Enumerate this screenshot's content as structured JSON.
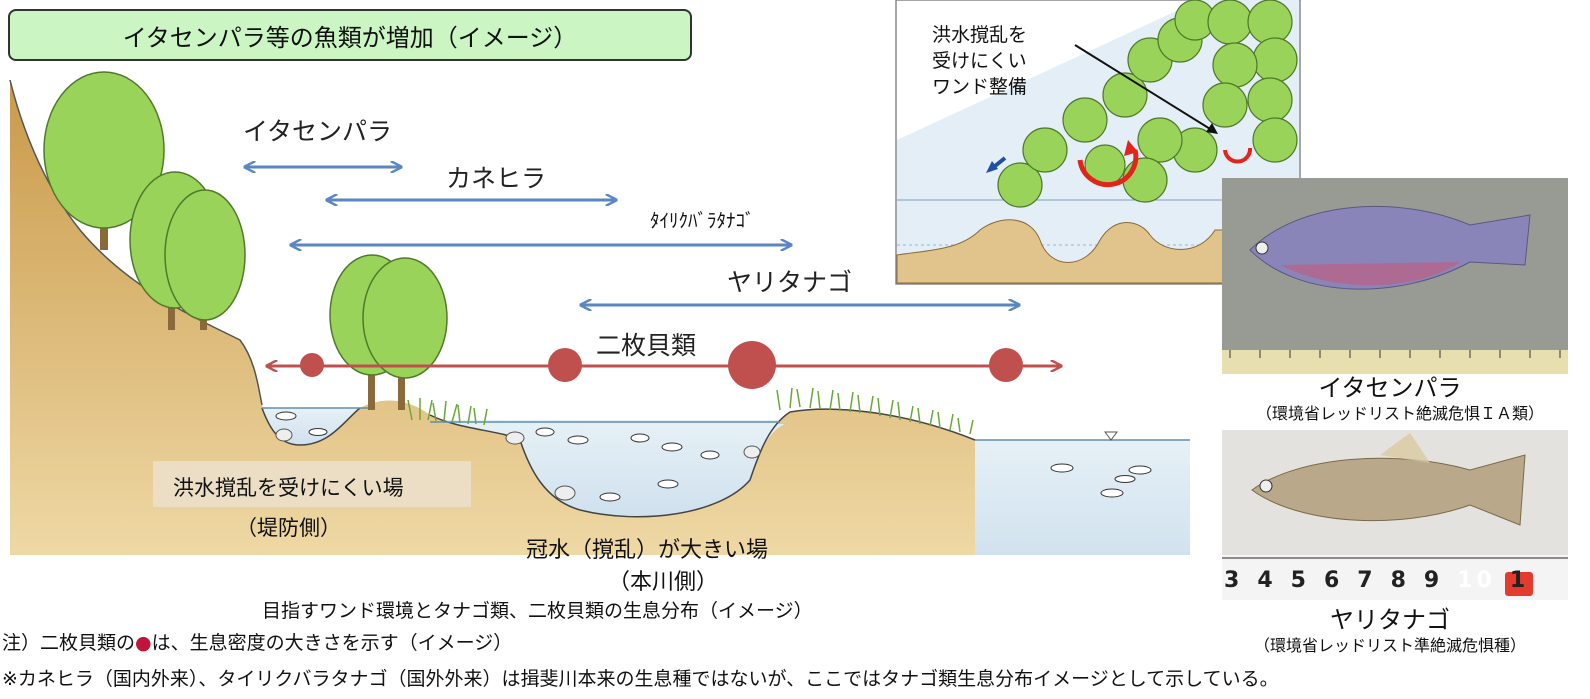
{
  "title": "イタセンパラ等の魚類が増加（イメージ）",
  "species": [
    {
      "name": "イタセンパラ"
    },
    {
      "name": "カネヒラ"
    },
    {
      "name": "ﾀｲﾘｸﾊﾞﾗﾀﾅｺﾞ"
    },
    {
      "name": "ヤリタナゴ"
    },
    {
      "name": "二枚貝類"
    }
  ],
  "zones": {
    "levee_label": "洪水撹乱を受けにくい場",
    "levee_sub": "（堤防側）",
    "river_label": "冠水（撹乱）が大きい場",
    "river_sub": "（本川側）"
  },
  "inset_label": [
    "洪水撹乱を",
    "受けにくい",
    "ワンド整備"
  ],
  "figure_caption": "目指すワンド環境とタナゴ類、二枚貝類の生息分布（イメージ）",
  "notes": {
    "note1_prefix": "注）二枚貝類の",
    "note1_dot": "●",
    "note1_suffix": "は、生息密度の大きさを示す（イメージ）",
    "note2": "※カネヒラ（国内外来）、タイリクバラタナゴ（国外外来）は揖斐川本来の生息種ではないが、ここではタナゴ類生息分布イメージとして示している。"
  },
  "photos": [
    {
      "name": "イタセンパラ",
      "status": "（環境省レッドリスト絶滅危惧ＩＡ類）"
    },
    {
      "name": "ヤリタナゴ",
      "status": "（環境省レッドリスト準絶滅危惧種）"
    }
  ],
  "ruler_numbers": [
    "3",
    "4",
    "5",
    "6",
    "7",
    "8",
    "9",
    "10",
    "1"
  ],
  "colors": {
    "title_bg": "#ccf5c4",
    "arrow_blue": "#5a86c2",
    "arrow_red": "#c0504d",
    "tree_green": "#9ad35a",
    "bank": "#d9b77a",
    "water": "#d5e6f1"
  }
}
